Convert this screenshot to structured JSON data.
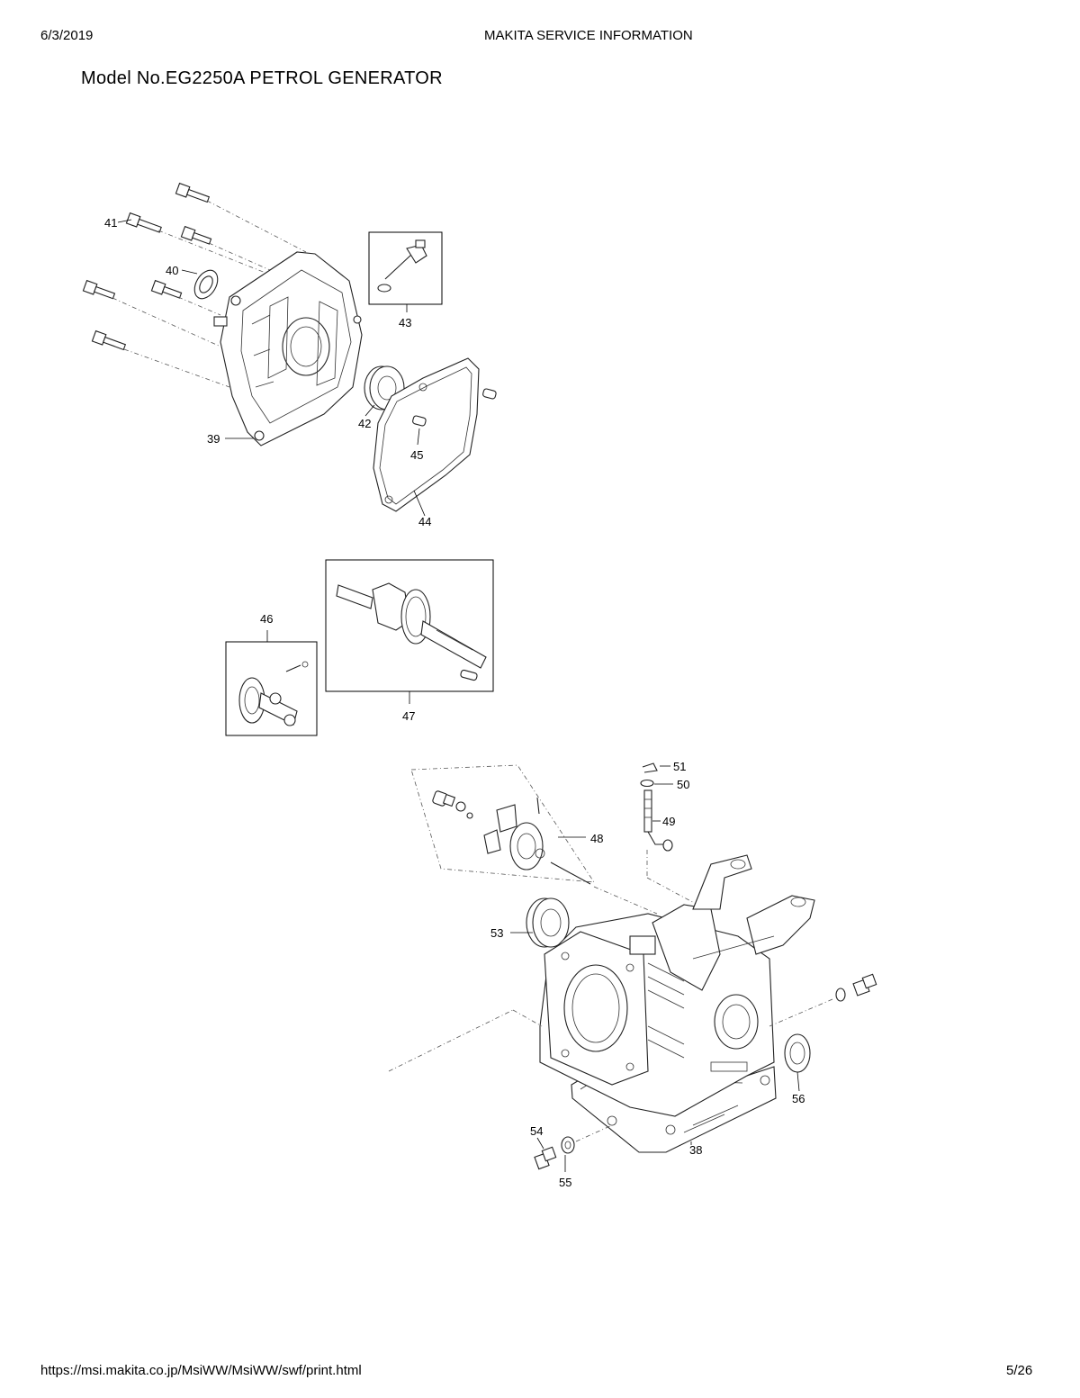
{
  "header": {
    "date": "6/3/2019",
    "center_title": "MAKITA SERVICE INFORMATION"
  },
  "document": {
    "title": "Model No.EG2250A PETROL GENERATOR"
  },
  "footer": {
    "url": "https://msi.makita.co.jp/MsiWW/MsiWW/swf/print.html",
    "page": "5/26"
  },
  "callouts": {
    "p38": "38",
    "p39": "39",
    "p40": "40",
    "p41": "41",
    "p42": "42",
    "p43": "43",
    "p44": "44",
    "p45": "45",
    "p46": "46",
    "p47": "47",
    "p48": "48",
    "p49": "49",
    "p50": "50",
    "p51": "51",
    "p53": "53",
    "p54": "54",
    "p55": "55",
    "p56": "56"
  }
}
